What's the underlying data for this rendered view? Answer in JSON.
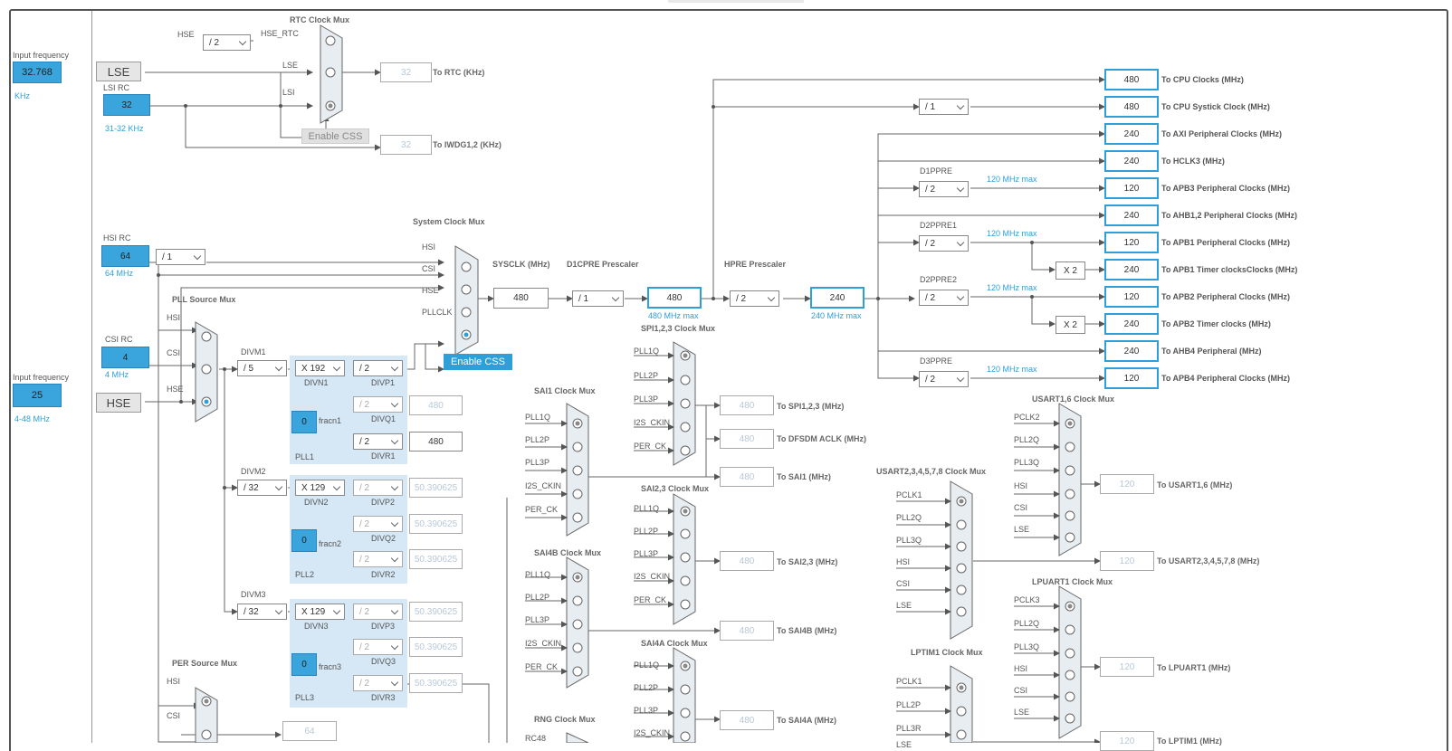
{
  "colors": {
    "accent": "#2e9fd8",
    "wire": "#555555",
    "pll_bg": "#d6e8f6"
  },
  "lse_section": {
    "input_freq_label": "Input frequency",
    "value": "32.768",
    "unit": "KHz",
    "button": "LSE",
    "lsi_label": "LSI RC",
    "lsi_value": "32",
    "lsi_range": "31-32 KHz"
  },
  "rtc": {
    "mux_title": "RTC Clock Mux",
    "hse": "HSE",
    "hse_div": "/ 2",
    "hse_rtc": "HSE_RTC",
    "in_lse": "LSE",
    "in_lsi": "LSI",
    "out_value": "32",
    "out_label": "To RTC (KHz)",
    "enable_css": "Enable CSS",
    "iwdg_value": "32",
    "iwdg_label": "To IWDG1,2 (KHz)"
  },
  "hsi": {
    "label": "HSI RC",
    "value": "64",
    "div": "/ 1",
    "freq": "64 MHz"
  },
  "csi": {
    "label": "CSI RC",
    "value": "4",
    "freq": "4 MHz"
  },
  "hse": {
    "input_freq_label": "Input frequency",
    "value": "25",
    "button": "HSE",
    "range": "4-48 MHz"
  },
  "sysmux": {
    "title": "System Clock Mux",
    "in": [
      "HSI",
      "CSI",
      "HSE",
      "PLLCLK"
    ],
    "enable_css": "Enable CSS"
  },
  "sysclk": {
    "label": "SYSCLK (MHz)",
    "value": "480"
  },
  "d1cpre": {
    "label": "D1CPRE Prescaler",
    "value": "/ 1",
    "out": "480",
    "max": "480 MHz max"
  },
  "hpre": {
    "label": "HPRE Prescaler",
    "value": "/ 2",
    "out": "240",
    "max": "240 MHz max"
  },
  "pllsrc": {
    "title": "PLL Source Mux",
    "in": [
      "HSI",
      "CSI",
      "HSE"
    ]
  },
  "pll1": {
    "divm_label": "DIVM1",
    "divm": "/ 5",
    "mul": "X 192",
    "divn": "DIVN1",
    "p": "/ 2",
    "divp": "DIVP1",
    "q": "/ 2",
    "divq": "DIVQ1",
    "q_out": "480",
    "fracn_value": "0",
    "fracn": "fracn1",
    "r": "/ 2",
    "divr": "DIVR1",
    "r_out": "480",
    "name": "PLL1"
  },
  "pll2": {
    "divm_label": "DIVM2",
    "divm": "/ 32",
    "mul": "X 129",
    "divn": "DIVN2",
    "p": "/ 2",
    "divp": "DIVP2",
    "p_out": "50.390625",
    "q": "/ 2",
    "divq": "DIVQ2",
    "q_out": "50.390625",
    "fracn_value": "0",
    "fracn": "fracn2",
    "r": "/ 2",
    "divr": "DIVR2",
    "r_out": "50.390625",
    "name": "PLL2"
  },
  "pll3": {
    "divm_label": "DIVM3",
    "divm": "/ 32",
    "mul": "X 129",
    "divn": "DIVN3",
    "p": "/ 2",
    "divp": "DIVP3",
    "p_out": "50.390625",
    "q": "/ 2",
    "divq": "DIVQ3",
    "q_out": "50.390625",
    "fracn_value": "0",
    "fracn": "fracn3",
    "r": "/ 2",
    "divr": "DIVR3",
    "r_out": "50.390625",
    "name": "PLL3"
  },
  "persrc": {
    "title": "PER Source Mux",
    "in": [
      "HSI",
      "CSI"
    ],
    "out": "64"
  },
  "outputs": [
    {
      "value": "480",
      "label": "To CPU Clocks (MHz)"
    },
    {
      "value": "480",
      "label": "To CPU Systick Clock (MHz)",
      "div": "/ 1"
    },
    {
      "value": "240",
      "label": "To AXI Peripheral Clocks (MHz)"
    },
    {
      "value": "240",
      "label": "To HCLK3 (MHz)"
    },
    {
      "value": "120",
      "label": "To APB3 Peripheral Clocks (MHz)",
      "div": "/ 2",
      "pre": "D1PPRE",
      "max": "120 MHz max"
    },
    {
      "value": "240",
      "label": "To AHB1,2 Peripheral Clocks (MHz)"
    },
    {
      "value": "120",
      "label": "To APB1 Peripheral Clocks (MHz)",
      "div": "/ 2",
      "pre": "D2PPRE1",
      "max": "120 MHz max"
    },
    {
      "value": "240",
      "label": "To APB1 Timer clocksClocks (MHz)",
      "x2": "X 2"
    },
    {
      "value": "120",
      "label": "To APB2 Peripheral Clocks (MHz)",
      "div": "/ 2",
      "pre": "D2PPRE2",
      "max": "120 MHz max"
    },
    {
      "value": "240",
      "label": "To APB2 Timer clocks (MHz)",
      "x2": "X 2"
    },
    {
      "value": "240",
      "label": "To AHB4 Peripheral (MHz)"
    },
    {
      "value": "120",
      "label": "To APB4 Peripheral Clocks (MHz)",
      "div": "/ 2",
      "pre": "D3PPRE",
      "max": "120 MHz max"
    }
  ],
  "spi123": {
    "title": "SPI1,2,3 Clock Mux",
    "in": [
      "PLL1Q",
      "PLL2P",
      "PLL3P",
      "I2S_CKIN",
      "PER_CK"
    ],
    "out_spi": "480",
    "lbl_spi": "To SPI1,2,3 (MHz)",
    "out_dfsdm": "480",
    "lbl_dfsdm": "To DFSDM ACLK (MHz)"
  },
  "sai1": {
    "title": "SAI1 Clock Mux",
    "in": [
      "PLL1Q",
      "PLL2P",
      "PLL3P",
      "I2S_CKIN",
      "PER_CK"
    ],
    "out": "480",
    "lbl": "To SAI1 (MHz)"
  },
  "sai23": {
    "title": "SAI2,3 Clock Mux",
    "in": [
      "PLL1Q",
      "PLL2P",
      "PLL3P",
      "I2S_CKIN",
      "PER_CK"
    ],
    "out": "480",
    "lbl": "To SAI2,3 (MHz)"
  },
  "sai4b": {
    "title": "SAI4B Clock Mux",
    "in": [
      "PLL1Q",
      "PLL2P",
      "PLL3P",
      "I2S_CKIN",
      "PER_CK"
    ],
    "out": "480",
    "lbl": "To SAI4B (MHz)"
  },
  "sai4a": {
    "title": "SAI4A Clock Mux",
    "in": [
      "PLL1Q",
      "PLL2P",
      "PLL3P",
      "I2S_CKIN"
    ],
    "out": "480",
    "lbl": "To SAI4A (MHz)"
  },
  "rng": {
    "title": "RNG Clock Mux",
    "in": [
      "RC48"
    ]
  },
  "usart16": {
    "title": "USART1,6 Clock Mux",
    "in": [
      "PCLK2",
      "PLL2Q",
      "PLL3Q",
      "HSI",
      "CSI",
      "LSE"
    ],
    "out": "120",
    "lbl": "To USART1,6 (MHz)"
  },
  "usart2": {
    "title": "USART2,3,4,5,7,8 Clock Mux",
    "in": [
      "PCLK1",
      "PLL2Q",
      "PLL3Q",
      "HSI",
      "CSI",
      "LSE"
    ],
    "out": "120",
    "lbl": "To USART2,3,4,5,7,8 (MHz)"
  },
  "lpuart": {
    "title": "LPUART1 Clock Mux",
    "in": [
      "PCLK3",
      "PLL2Q",
      "PLL3Q",
      "HSI",
      "CSI",
      "LSE"
    ],
    "out": "120",
    "lbl": "To LPUART1 (MHz)"
  },
  "lptim": {
    "title": "LPTIM1 Clock Mux",
    "in": [
      "PCLK1",
      "PLL2P",
      "PLL3R",
      "LSE"
    ],
    "out": "120",
    "lbl": "To LPTIM1 (MHz)"
  }
}
